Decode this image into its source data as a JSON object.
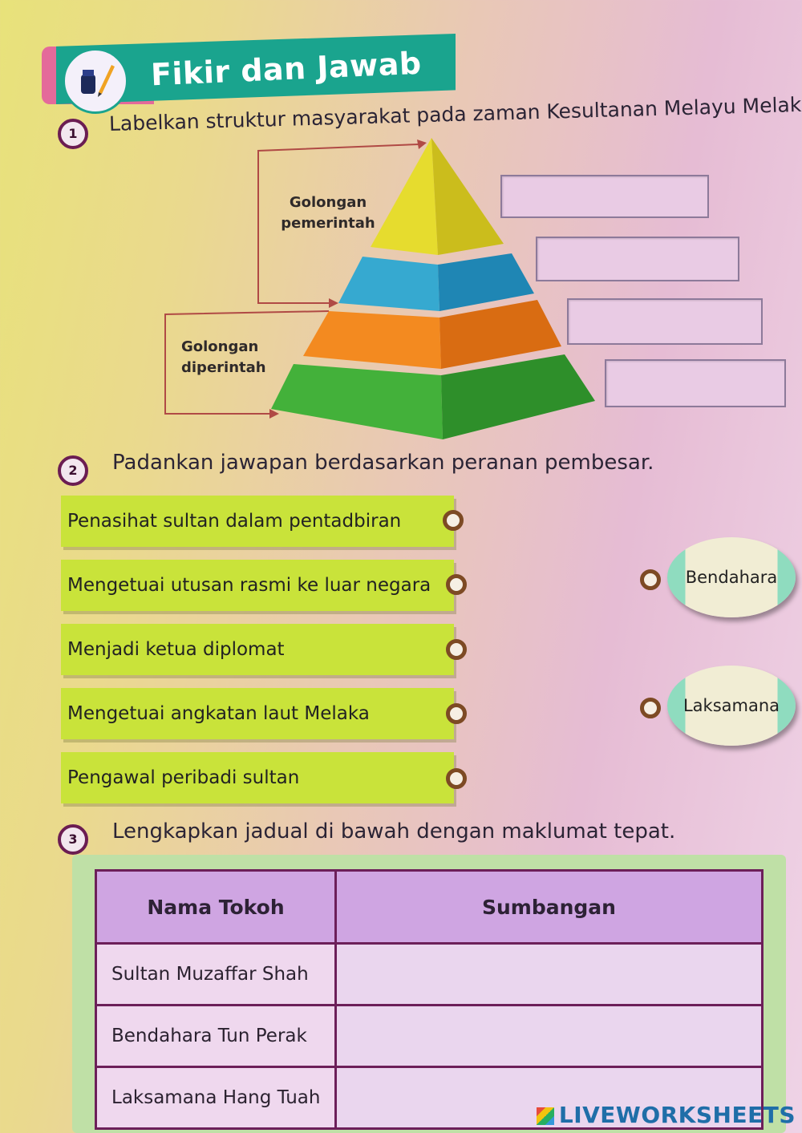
{
  "header": {
    "title": "Fikir dan Jawab"
  },
  "q1": {
    "number": "1",
    "instruction": "Labelkan struktur masyarakat pada zaman Kesultanan Melayu Melaka.",
    "pyramid_levels": [
      "yellow",
      "blue",
      "orange",
      "green"
    ],
    "labels": {
      "rulers": "Golongan pemerintah",
      "ruled": "Golongan diperintah"
    },
    "answers": [
      "",
      "",
      "",
      ""
    ]
  },
  "q2": {
    "number": "2",
    "instruction": "Padankan jawapan berdasarkan peranan pembesar.",
    "statements": [
      "Penasihat sultan dalam pentadbiran",
      "Mengetuai utusan rasmi ke luar negara",
      "Menjadi ketua diplomat",
      "Mengetuai angkatan laut Melaka",
      "Pengawal peribadi sultan"
    ],
    "options": [
      "Bendahara",
      "Laksamana"
    ]
  },
  "q3": {
    "number": "3",
    "instruction": "Lengkapkan jadual di bawah dengan maklumat tepat.",
    "columns": [
      "Nama Tokoh",
      "Sumbangan"
    ],
    "rows": [
      {
        "name": "Sultan Muzaffar Shah",
        "contribution": ""
      },
      {
        "name": "Bendahara Tun Perak",
        "contribution": ""
      },
      {
        "name": "Laksamana Hang Tuah",
        "contribution": ""
      }
    ]
  },
  "watermark": "LIVEWORKSHEETS",
  "colors": {
    "banner": "#1aa48e",
    "statement": "#c9e33a",
    "table_border": "#6c1f59"
  }
}
